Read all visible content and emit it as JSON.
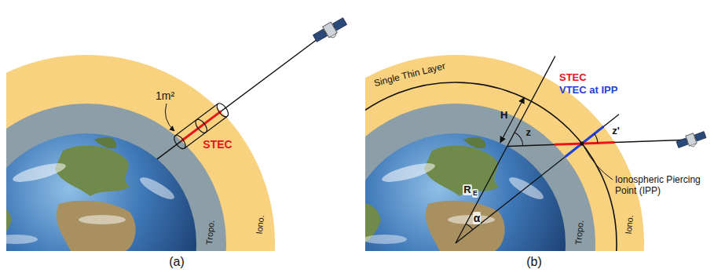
{
  "diagram": {
    "labels": [
      "1m²",
      "STEC",
      "Tropo.",
      "Iono.",
      "(a)",
      "Single Thin Layer",
      "STEC",
      "VTEC at IPP",
      "H",
      "z",
      "z'",
      "Ionospheric Piercing Point (IPP)",
      "Tropo.",
      "Iono.",
      "α",
      "R",
      "E",
      "(b)"
    ]
  }
}
